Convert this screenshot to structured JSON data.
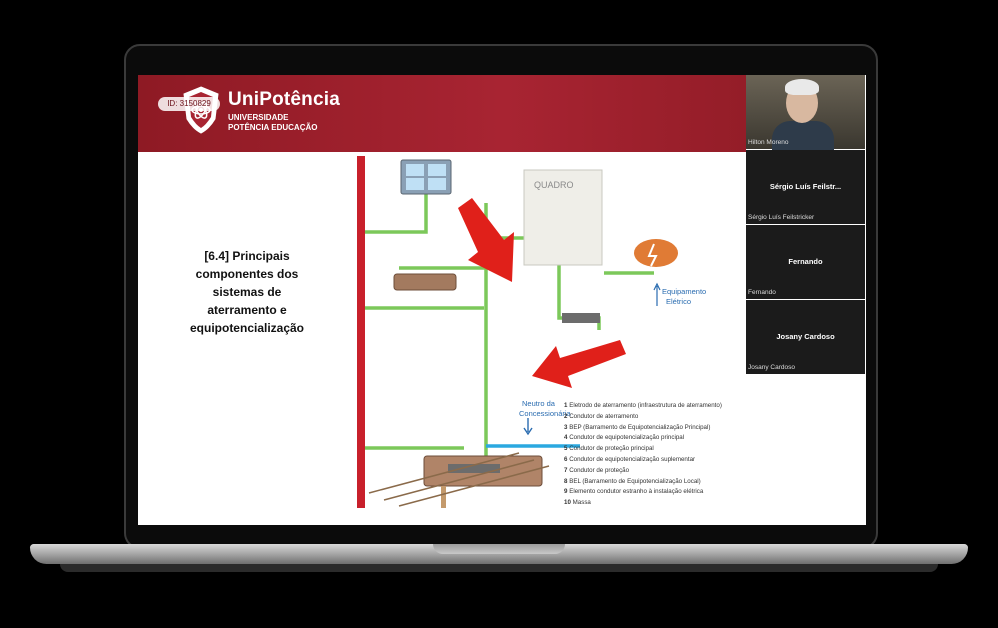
{
  "slide": {
    "id_badge": "ID: 3150829",
    "brand": {
      "name": "UniPotência",
      "line1": "UNIVERSIDADE",
      "line2": "POTÊNCIA EDUCAÇÃO"
    },
    "topic_lines": [
      "[6.4] Principais",
      "componentes dos",
      "sistemas de",
      "aterramento e",
      "equipotencialização"
    ],
    "diagram_labels": {
      "quadro": "QUADRO",
      "equipamento_1": "Equipamento",
      "equipamento_2": "Elétrico",
      "neutro_1": "Neutro da",
      "neutro_2": "Concessionária"
    },
    "legend": [
      {
        "num": "1",
        "text": "Eletrodo de aterramento (infraestrutura de aterramento)"
      },
      {
        "num": "2",
        "text": "Condutor de aterramento"
      },
      {
        "num": "3",
        "text": "BEP (Barramento de Equipotencialização Principal)"
      },
      {
        "num": "4",
        "text": "Condutor de equipotencialização principal"
      },
      {
        "num": "5",
        "text": "Condutor de proteção principal"
      },
      {
        "num": "6",
        "text": "Condutor de equipotencialização suplementar"
      },
      {
        "num": "7",
        "text": "Condutor de proteção"
      },
      {
        "num": "8",
        "text": "BEL (Barramento de Equipotencialização Local)"
      },
      {
        "num": "9",
        "text": "Elemento condutor estranho à instalação elétrica"
      },
      {
        "num": "10",
        "text": "Massa"
      }
    ]
  },
  "participants": [
    {
      "name": "Hilton Moreno",
      "camera_on": true
    },
    {
      "name": "Sérgio Luís Feilstr...",
      "label": "Sérgio Luís Feilstricker"
    },
    {
      "name": "Fernando",
      "label": "Fernando"
    },
    {
      "name": "Josany Cardoso",
      "label": "Josany Cardoso"
    }
  ],
  "colors": {
    "header_red": "#a82432",
    "ground_green": "#7cc85a",
    "rod_red": "#c8202b",
    "arrow_red": "#e0201a",
    "neutral_blue": "#2aa8e0"
  }
}
